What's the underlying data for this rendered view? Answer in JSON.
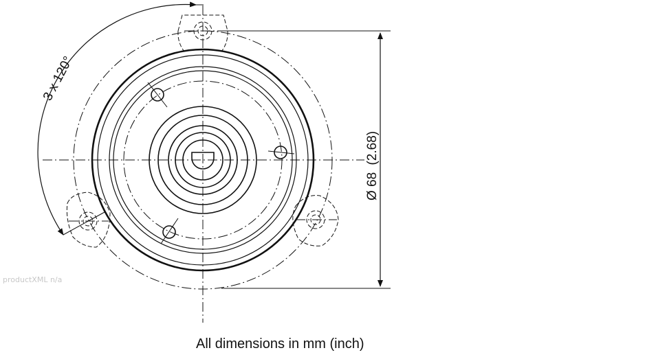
{
  "diagram": {
    "angle_label": "3 x 120°",
    "diameter_label": "Ø 68",
    "diameter_inch_label": "(2.68)",
    "caption": "All dimensions in mm (inch)",
    "watermark": "productXML n/a"
  }
}
